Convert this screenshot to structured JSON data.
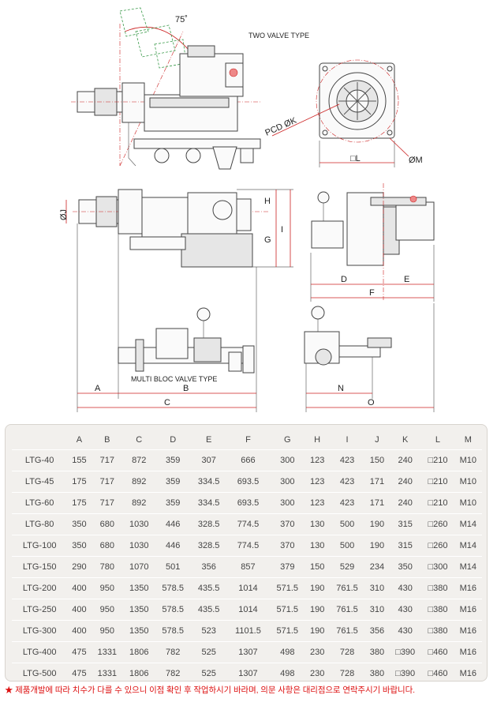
{
  "drawing": {
    "two_valve_title": "TWO VALVE TYPE",
    "multi_bloc_title": "MULTI BLOC VALVE TYPE",
    "angle_label": "75˚",
    "pcd_label": "PCD ØK",
    "dim_labels": {
      "A": "A",
      "B": "B",
      "C": "C",
      "D": "D",
      "E": "E",
      "F": "F",
      "G": "G",
      "H": "H",
      "I": "I",
      "J": "ØJ",
      "L": "□L",
      "M": "ØM",
      "N": "N",
      "O": "O"
    }
  },
  "table": {
    "headers": [
      "",
      "A",
      "B",
      "C",
      "D",
      "E",
      "F",
      "G",
      "H",
      "I",
      "J",
      "K",
      "L",
      "M"
    ],
    "rows": [
      [
        "LTG-40",
        "155",
        "717",
        "872",
        "359",
        "307",
        "666",
        "300",
        "123",
        "423",
        "150",
        "240",
        "□210",
        "M10"
      ],
      [
        "LTG-45",
        "175",
        "717",
        "892",
        "359",
        "334.5",
        "693.5",
        "300",
        "123",
        "423",
        "171",
        "240",
        "□210",
        "M10"
      ],
      [
        "LTG-60",
        "175",
        "717",
        "892",
        "359",
        "334.5",
        "693.5",
        "300",
        "123",
        "423",
        "171",
        "240",
        "□210",
        "M10"
      ],
      [
        "LTG-80",
        "350",
        "680",
        "1030",
        "446",
        "328.5",
        "774.5",
        "370",
        "130",
        "500",
        "190",
        "315",
        "□260",
        "M14"
      ],
      [
        "LTG-100",
        "350",
        "680",
        "1030",
        "446",
        "328.5",
        "774.5",
        "370",
        "130",
        "500",
        "190",
        "315",
        "□260",
        "M14"
      ],
      [
        "LTG-150",
        "290",
        "780",
        "1070",
        "501",
        "356",
        "857",
        "379",
        "150",
        "529",
        "234",
        "350",
        "□300",
        "M14"
      ],
      [
        "LTG-200",
        "400",
        "950",
        "1350",
        "578.5",
        "435.5",
        "1014",
        "571.5",
        "190",
        "761.5",
        "310",
        "430",
        "□380",
        "M16"
      ],
      [
        "LTG-250",
        "400",
        "950",
        "1350",
        "578.5",
        "435.5",
        "1014",
        "571.5",
        "190",
        "761.5",
        "310",
        "430",
        "□380",
        "M16"
      ],
      [
        "LTG-300",
        "400",
        "950",
        "1350",
        "578.5",
        "523",
        "1101.5",
        "571.5",
        "190",
        "761.5",
        "356",
        "430",
        "□380",
        "M16"
      ],
      [
        "LTG-400",
        "475",
        "1331",
        "1806",
        "782",
        "525",
        "1307",
        "498",
        "230",
        "728",
        "380",
        "□390",
        "□460",
        "M16"
      ],
      [
        "LTG-500",
        "475",
        "1331",
        "1806",
        "782",
        "525",
        "1307",
        "498",
        "230",
        "728",
        "380",
        "□390",
        "□460",
        "M16"
      ]
    ]
  },
  "note": "★ 제품개발에 따라 치수가 다를 수 있으니 이점 확인 후 작업하시기 바라며, 의문 사항은 대리점으로 연락주시기 바랍니다."
}
